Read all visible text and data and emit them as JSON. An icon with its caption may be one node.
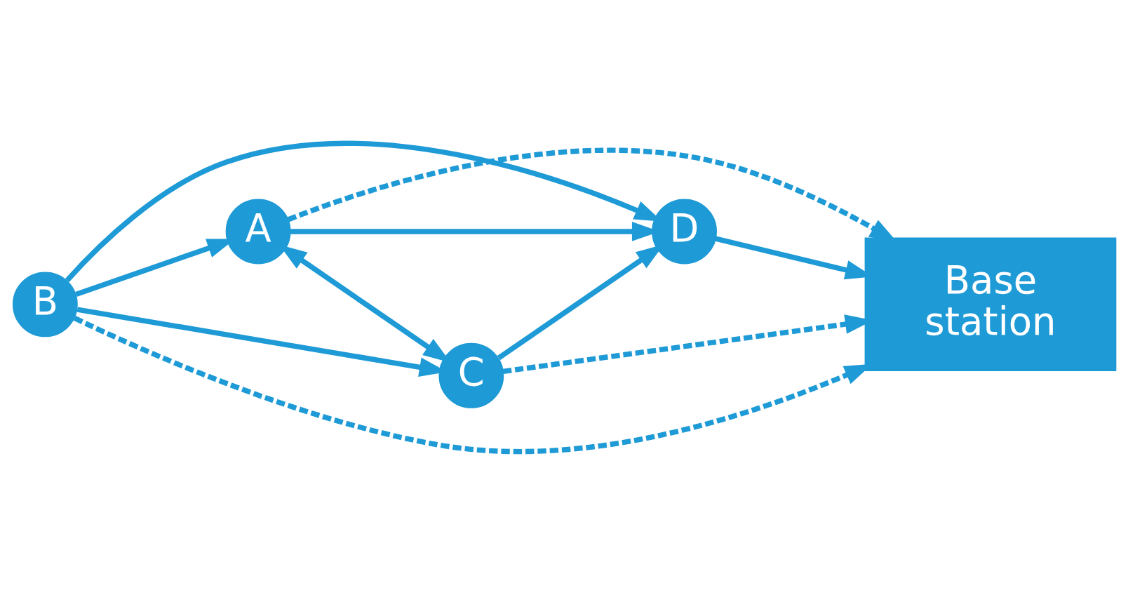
{
  "diagram": {
    "nodes": [
      {
        "text": [
          "A"
        ]
      },
      {
        "text": [
          "D"
        ]
      },
      {
        "text": [
          "B"
        ]
      },
      {
        "text": [
          "C"
        ]
      },
      {
        "text": [
          "Base station"
        ]
      }
    ],
    "edges": [
      {
        "from": 0,
        "to": 1,
        "arrow": "to"
      },
      {
        "from": 2,
        "to": 0,
        "arrow": "to"
      },
      {
        "from": 2,
        "to": 1,
        "arrow": "to"
      },
      {
        "from": 0,
        "to": 3,
        "arrow": "both"
      },
      {
        "from": 2,
        "to": 3,
        "arrow": "to"
      },
      {
        "from": 3,
        "to": 1,
        "arrow": "to"
      },
      {
        "from": 1,
        "to": 4,
        "arrow": "to"
      },
      {
        "from": 0,
        "to": 4,
        "arrow": "to",
        "style": "dashed"
      },
      {
        "from": 2,
        "to": 4,
        "arrow": "to",
        "style": "dashed"
      },
      {
        "from": 3,
        "to": 4,
        "arrow": "to",
        "style": "dashed"
      }
    ]
  }
}
